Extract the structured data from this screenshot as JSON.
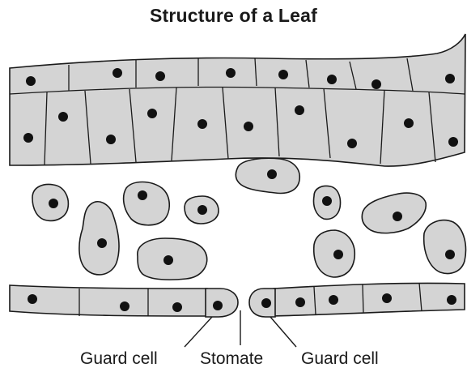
{
  "title": "Structure of a Leaf",
  "labels": {
    "guard_cell_left": "Guard cell",
    "stomate": "Stomate",
    "guard_cell_right": "Guard cell"
  },
  "colors": {
    "cell_fill": "#d4d4d4",
    "outline": "#1a1a1a",
    "nucleus": "#111111",
    "background": "#ffffff"
  }
}
